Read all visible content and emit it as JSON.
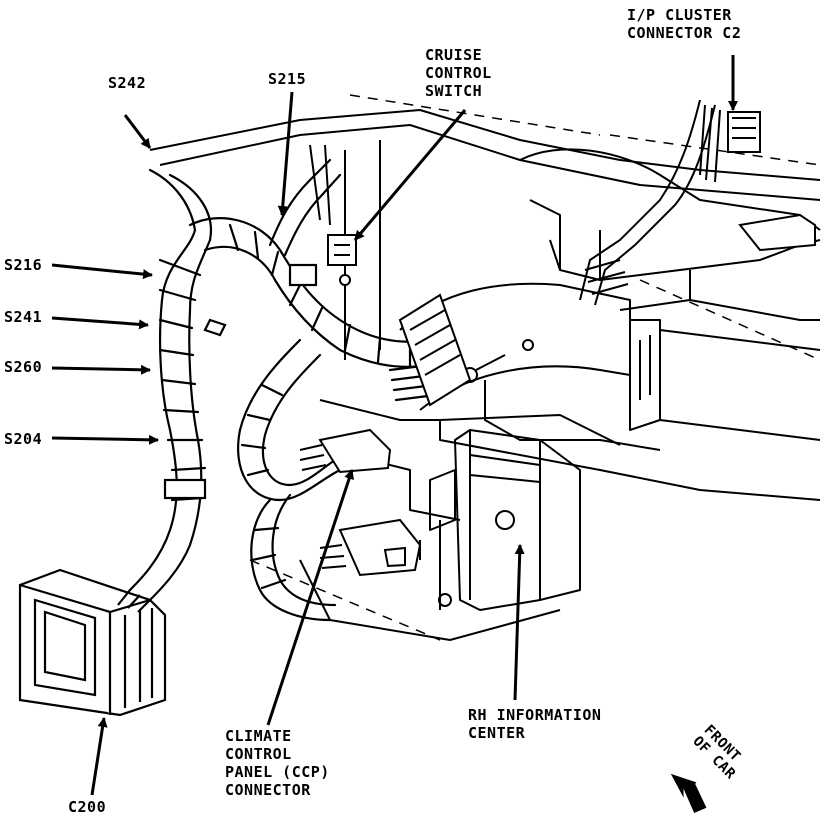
{
  "labels": {
    "ip_cluster": [
      "I/P CLUSTER",
      "CONNECTOR C2"
    ],
    "cruise_control": [
      "CRUISE",
      "CONTROL",
      "SWITCH"
    ],
    "s242": "S242",
    "s215": "S215",
    "s216": "S216",
    "s241": "S241",
    "s260": "S260",
    "s204": "S204",
    "c200": "C200",
    "ccp": [
      "CLIMATE",
      "CONTROL",
      "PANEL (CCP)",
      "CONNECTOR"
    ],
    "rh_info": [
      "RH INFORMATION",
      "CENTER"
    ],
    "front": [
      "FRONT",
      "OF CAR"
    ]
  },
  "colors": {
    "ink": "#000000",
    "paper": "#ffffff"
  }
}
